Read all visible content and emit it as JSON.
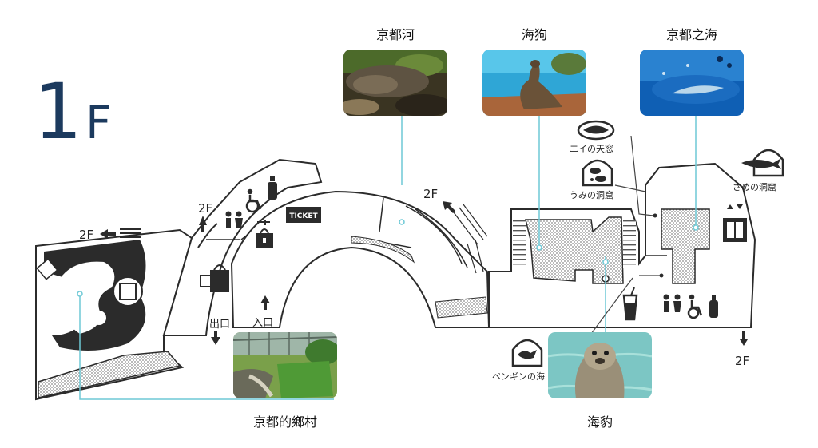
{
  "floor": {
    "number": "1",
    "suffix": "F"
  },
  "exhibits": {
    "kyoto_river": "京都河",
    "sea_lion": "海狗",
    "kyoto_sea": "京都之海",
    "kyoto_village": "京都的鄉村",
    "seal": "海豹"
  },
  "map_labels": {
    "ray_window": "エイの天窓",
    "sea_cave": "うみの洞窟",
    "shark_cave": "さめの洞窟",
    "penguin": "ペンギンの海",
    "ticket": "TICKET",
    "exit": "出口",
    "entrance": "入口",
    "floor_2f": "2F"
  },
  "colors": {
    "title": "#1c3a5e",
    "leader_line": "#6ec9d6",
    "wall": "#2b2b2b",
    "hatch": "#9a9a9a",
    "pool": "#d0d0d0"
  },
  "icons": [
    "restroom-icon",
    "wheelchair-icon",
    "baby-bottle-icon",
    "locker-icon",
    "shopping-bag-icon",
    "elevator-icon",
    "drink-icon",
    "arrow-icon"
  ]
}
